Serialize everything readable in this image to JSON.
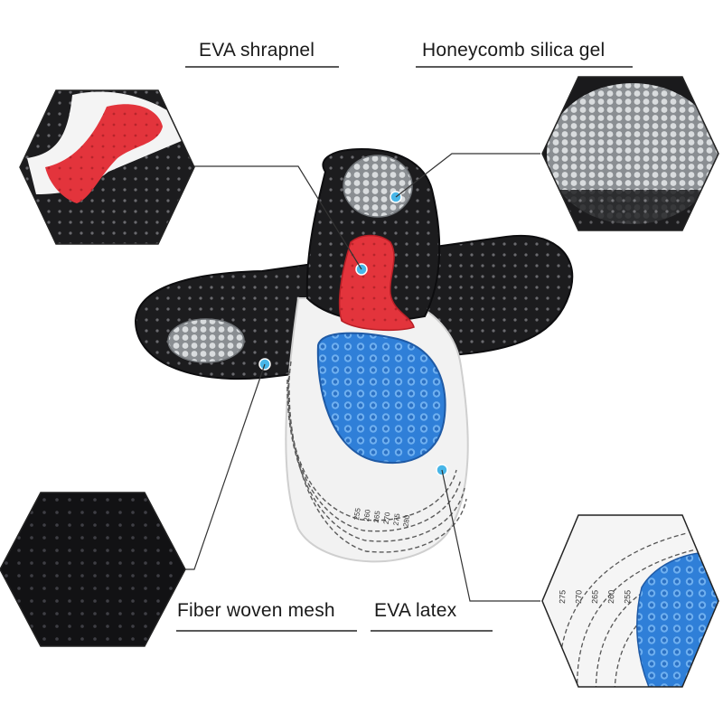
{
  "labels": {
    "eva_shrapnel": "EVA shrapnel",
    "honeycomb_silica_gel": "Honeycomb silica gel",
    "fiber_woven_mesh": "Fiber woven mesh",
    "eva_latex": "EVA latex"
  },
  "size_marks": [
    "255",
    "260",
    "265",
    "270",
    "275",
    "280"
  ],
  "detail_size_marks": [
    "275",
    "270",
    "265",
    "260",
    "255"
  ],
  "colors": {
    "insole_black": "#1c1c1e",
    "insole_white": "#f2f2f2",
    "eva_red": "#e3343c",
    "gel_blue": "#2f7fd8",
    "honeycomb_gray": "#bfc3c6",
    "callout_dot": "#48b6e8",
    "leader_line": "#333333"
  }
}
